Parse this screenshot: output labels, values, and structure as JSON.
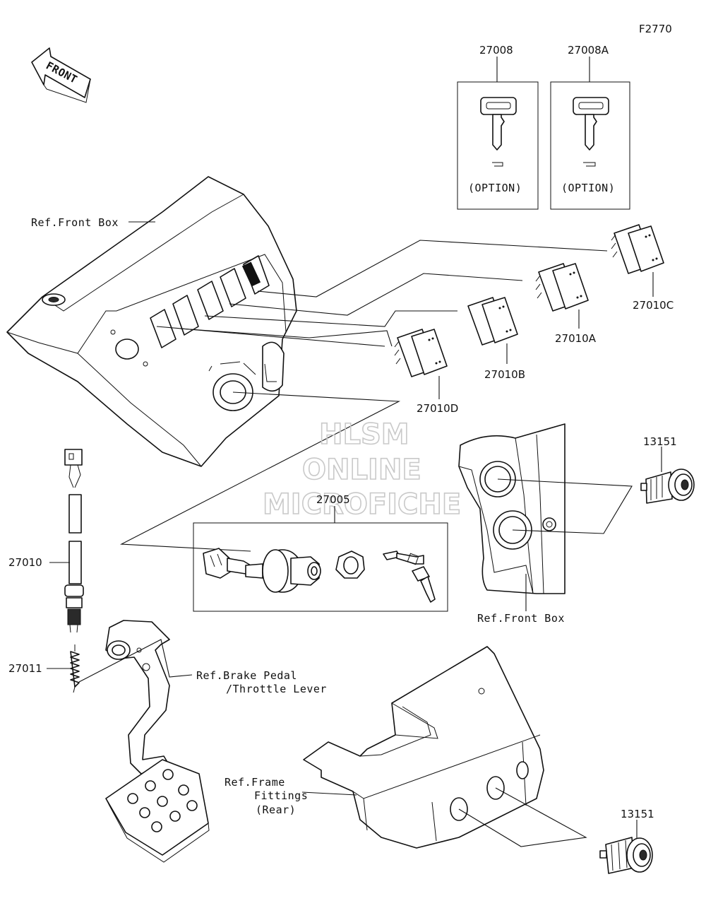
{
  "figure_code": "F2770",
  "front_arrow_label": "FRONT",
  "watermark": {
    "line1": "HLSM",
    "line2": "ONLINE",
    "line3": "MICROFICHE"
  },
  "references": {
    "front_box_top": "Ref.Front Box",
    "front_box_right": "Ref.Front Box",
    "brake_pedal_line1": "Ref.Brake Pedal",
    "brake_pedal_line2": "/Throttle Lever",
    "frame_line1": "Ref.Frame",
    "frame_line2": "Fittings",
    "frame_line3": "(Rear)"
  },
  "parts": {
    "key_a": {
      "number": "27008",
      "note": "(OPTION)"
    },
    "key_b": {
      "number": "27008A",
      "note": "(OPTION)"
    },
    "switch_c": "27010C",
    "switch_a": "27010A",
    "switch_b": "27010B",
    "switch_d": "27010D",
    "socket_upper": "13151",
    "socket_lower": "13151",
    "ignition_switch": "27005",
    "brake_switch": "27010",
    "spring": "27011"
  },
  "colors": {
    "line": "#111111",
    "watermark": "#c9c9c9",
    "background": "#ffffff"
  }
}
